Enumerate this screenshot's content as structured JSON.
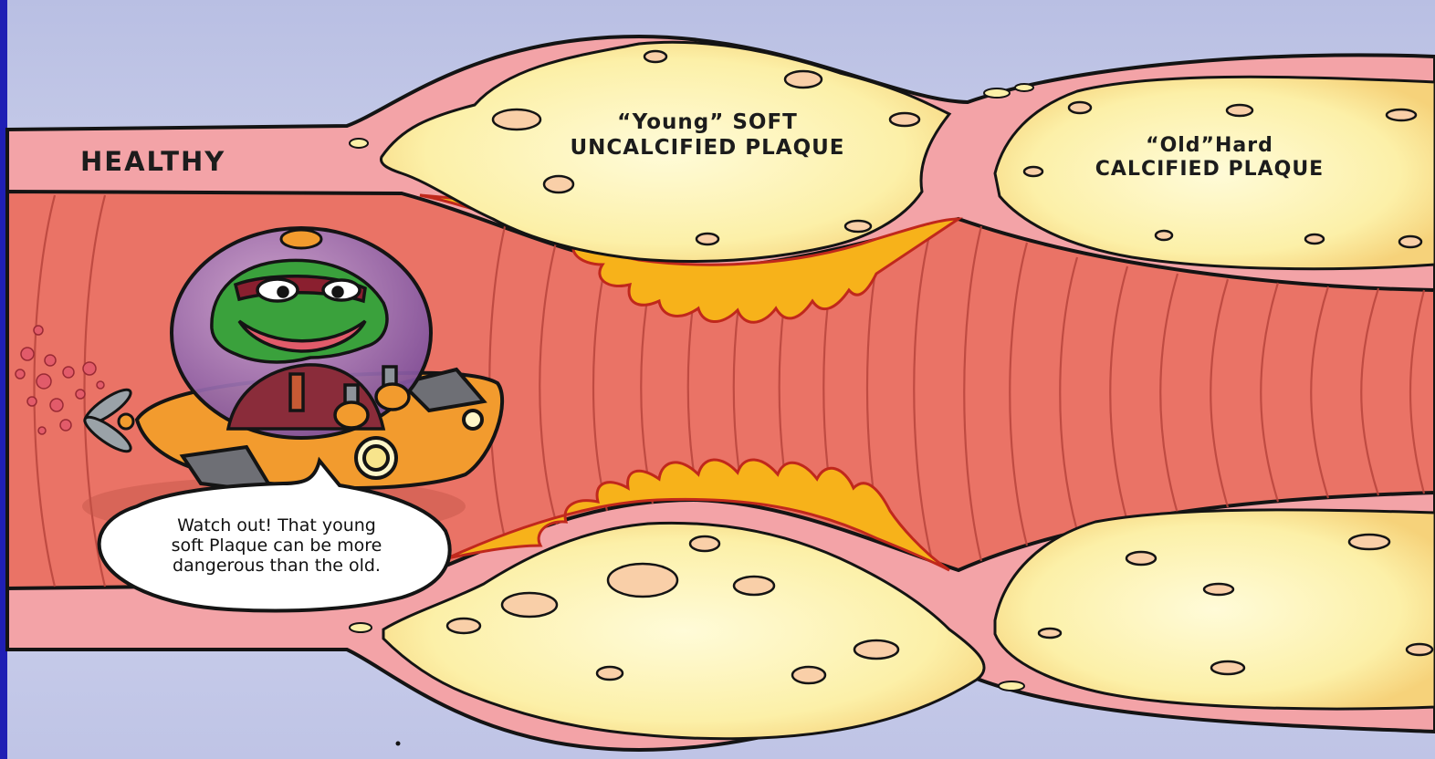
{
  "labels": {
    "healthy": "HEALTHY",
    "young_plaque_line1": "“Young” SOFT",
    "young_plaque_line2": "UNCALCIFIED PLAQUE",
    "old_plaque_line1": "“Old”Hard",
    "old_plaque_line2": "CALCIFIED PLAQUE"
  },
  "speech_bubble": {
    "line1": "Watch out! That young",
    "line2": "soft Plaque can be more",
    "line3": "dangerous than the old."
  },
  "colors": {
    "slide_border": "#1f1fb4",
    "background": "#c7cce8",
    "artery_wall": "#f3a3a7",
    "lumen": "#ea7366",
    "plaque": "#fbf2b1",
    "inflammation_flame": "#f7b21a",
    "submarine": "#f29b2e",
    "character": "#3aa13c"
  },
  "icons": {
    "submarine": "submarine-icon",
    "frog_pilot": "frog-icon"
  }
}
